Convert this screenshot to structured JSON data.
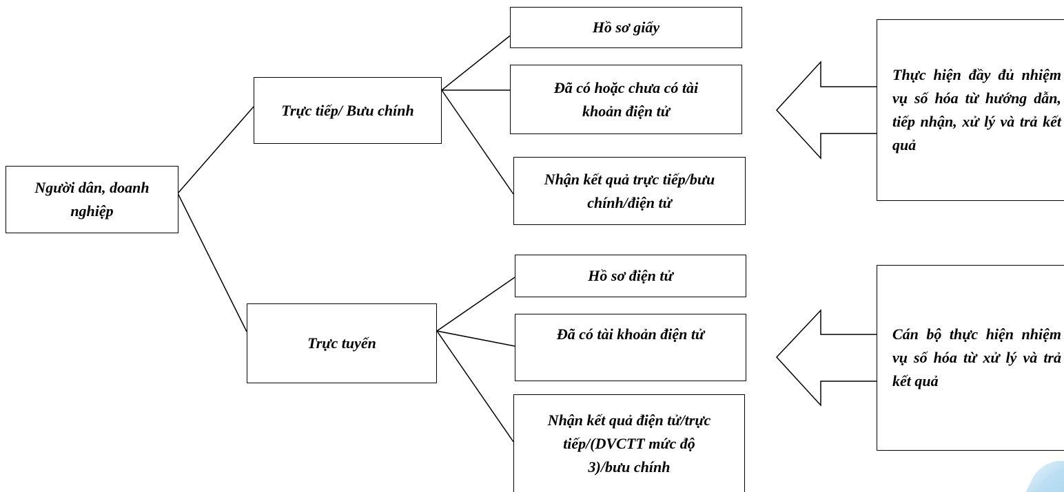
{
  "root": {
    "label": "Người dân, doanh nghiệp"
  },
  "branches": [
    {
      "label": "Trực tiếp/ Bưu chính",
      "children": [
        "Hồ sơ giấy",
        "Đã có hoặc chưa có tài khoản điện tử",
        "Nhận kết quả trực tiếp/bưu chính/điện tử"
      ]
    },
    {
      "label": "Trực tuyến",
      "children": [
        "Hồ sơ điện tử",
        "Đã có tài khoản điện tử",
        "Nhận kết quả điện tử/trực tiếp/(DVCTT mức độ 3)/bưu chính"
      ]
    }
  ],
  "notes": [
    "Thực hiện đầy đủ nhiệm vụ số hóa từ hướng dẫn, tiếp nhận, xử lý và trả kết quả",
    "Cán bộ thực hiện nhiệm vụ số hóa từ xử lý và trả kết quả"
  ]
}
